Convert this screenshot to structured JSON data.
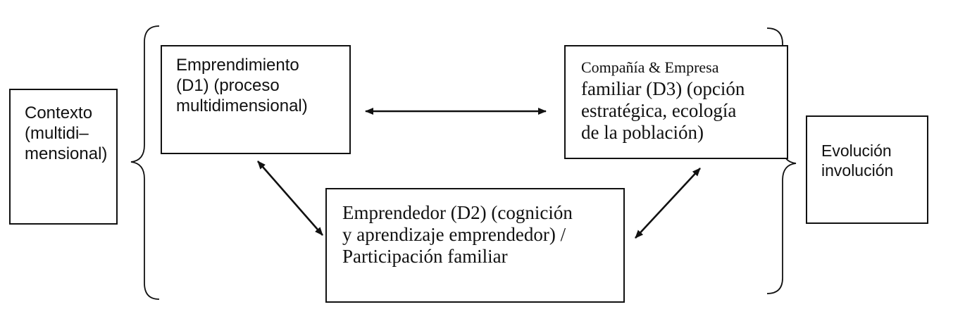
{
  "nodes": {
    "contexto": {
      "lines": [
        "Contexto",
        "(multidi–",
        "mensional)"
      ]
    },
    "d1": {
      "lines": [
        "Emprendimiento",
        "(D1) (proceso",
        "multidimensional)"
      ]
    },
    "d3": {
      "lines": [
        "Compañía & Empresa",
        "familiar (D3) (opción",
        "estratégica, ecología",
        "de la población)"
      ]
    },
    "d2": {
      "lines": [
        "Emprendedor (D2) (cognición",
        "y aprendizaje emprendedor) /",
        "Participación familiar"
      ]
    },
    "evolucion": {
      "lines": [
        "Evolución",
        "involución"
      ]
    }
  },
  "edges": [
    {
      "from": "d1",
      "to": "d3",
      "direction": "both"
    },
    {
      "from": "d1",
      "to": "d2",
      "direction": "both"
    },
    {
      "from": "d2",
      "to": "d3",
      "direction": "both"
    }
  ],
  "colors": {
    "stroke": "#111111",
    "background": "#ffffff"
  }
}
